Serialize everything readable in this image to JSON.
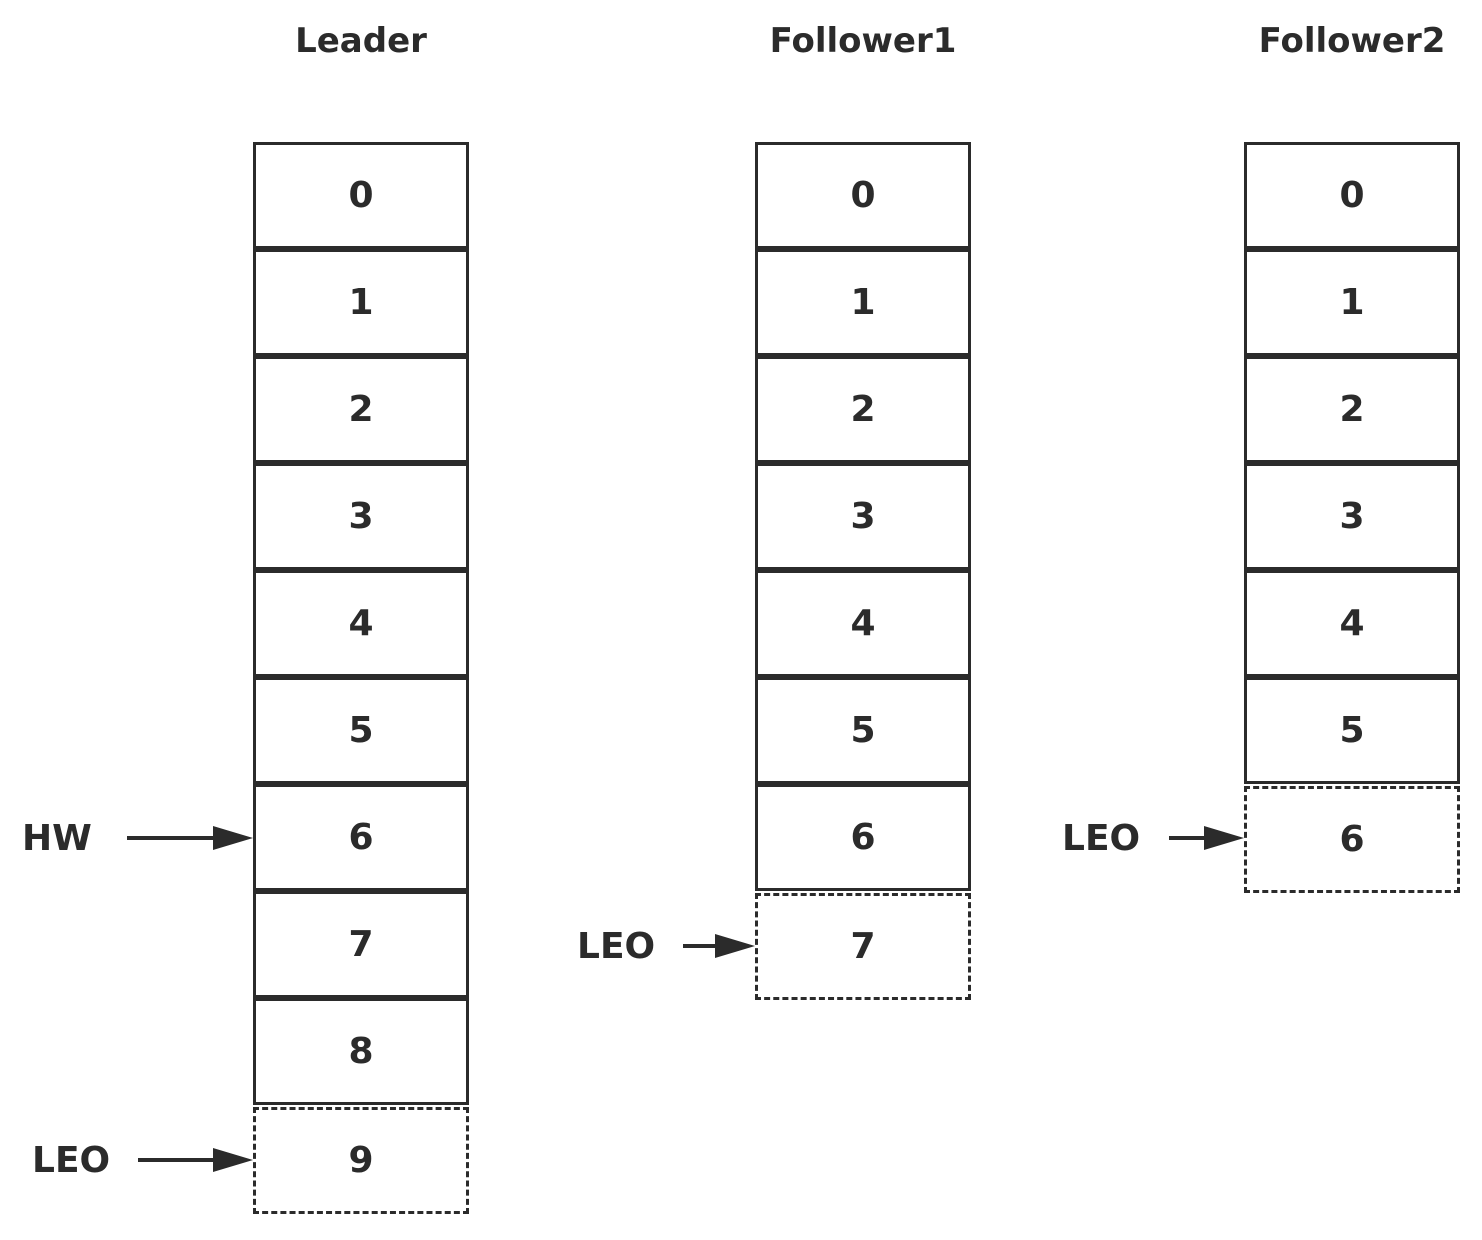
{
  "replicas": [
    {
      "title": "Leader",
      "offsets": [
        "0",
        "1",
        "2",
        "3",
        "4",
        "5",
        "6",
        "7",
        "8"
      ],
      "pending_offset": "9",
      "markers": [
        {
          "label": "HW",
          "offset_index": 6
        },
        {
          "label": "LEO",
          "offset_index": 9
        }
      ]
    },
    {
      "title": "Follower1",
      "offsets": [
        "0",
        "1",
        "2",
        "3",
        "4",
        "5",
        "6"
      ],
      "pending_offset": "7",
      "markers": [
        {
          "label": "LEO",
          "offset_index": 7
        }
      ]
    },
    {
      "title": "Follower2",
      "offsets": [
        "0",
        "1",
        "2",
        "3",
        "4",
        "5"
      ],
      "pending_offset": "6",
      "markers": [
        {
          "label": "LEO",
          "offset_index": 6
        }
      ]
    }
  ]
}
